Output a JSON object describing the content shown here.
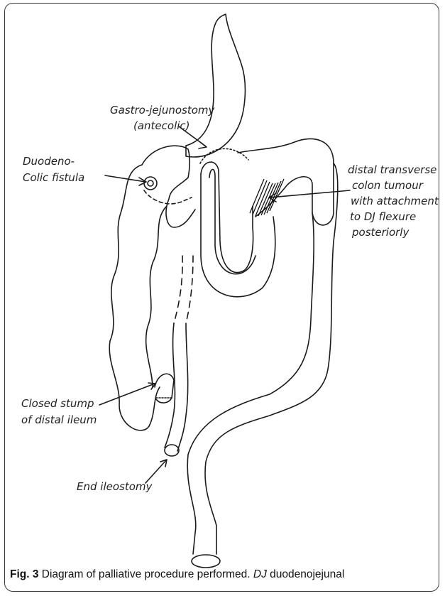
{
  "labels": {
    "gastro_line1": "Gastro-jejunostomy",
    "gastro_line2": "(antecolic)",
    "duodeno_line1": "Duodeno-",
    "duodeno_line2": "Colic fistula",
    "tumour_line1": "distal transverse",
    "tumour_line2": "colon tumour",
    "tumour_line3": "with attachment",
    "tumour_line4": "to DJ flexure",
    "tumour_line5": "posteriorly",
    "stump_line1": "Closed stump",
    "stump_line2": "of distal ileum",
    "ileostomy": "End ileostomy"
  },
  "caption": {
    "fig_label": "Fig. 3",
    "text": " Diagram of palliative procedure performed. ",
    "abbr": "DJ",
    "abbr_def": " duodenojejunal"
  }
}
